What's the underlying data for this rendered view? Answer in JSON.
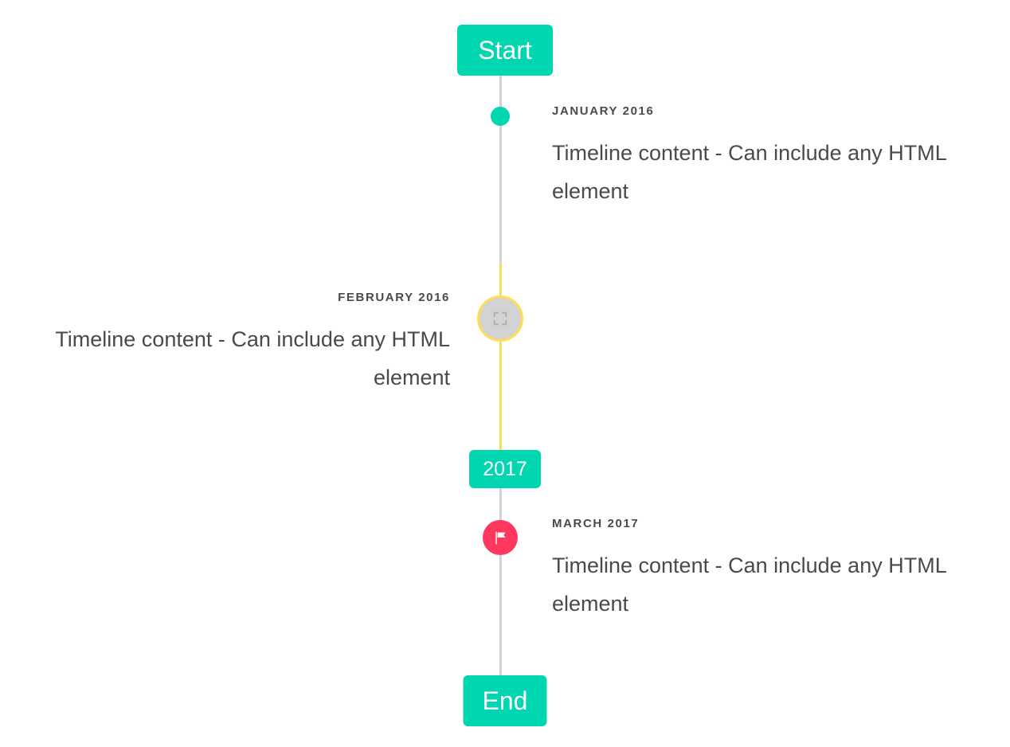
{
  "timeline": {
    "header_badge": {
      "label": "Start",
      "color": "#00d6b0"
    },
    "mid_badge": {
      "label": "2017",
      "color": "#00d6b0"
    },
    "footer_badge": {
      "label": "End",
      "color": "#00d6b0"
    },
    "rail": {
      "default_color": "#d3d3d3",
      "highlight_color": "#ffdd57"
    },
    "entries": [
      {
        "date": "JANUARY 2016",
        "body": "Timeline content - Can include any HTML element",
        "side": "right",
        "marker": "dot",
        "marker_color": "#00d6b0",
        "marker_icon": "none"
      },
      {
        "date": "FEBRUARY 2016",
        "body": "Timeline content - Can include any HTML element",
        "side": "left",
        "marker": "ring",
        "marker_color": "#d3d3d3",
        "marker_border_color": "#ffdd57",
        "marker_icon": "broken-image-icon"
      },
      {
        "date": "MARCH 2017",
        "body": "Timeline content - Can include any HTML element",
        "side": "right",
        "marker": "flag",
        "marker_color": "#ff3860",
        "marker_icon": "flag-icon"
      }
    ]
  }
}
